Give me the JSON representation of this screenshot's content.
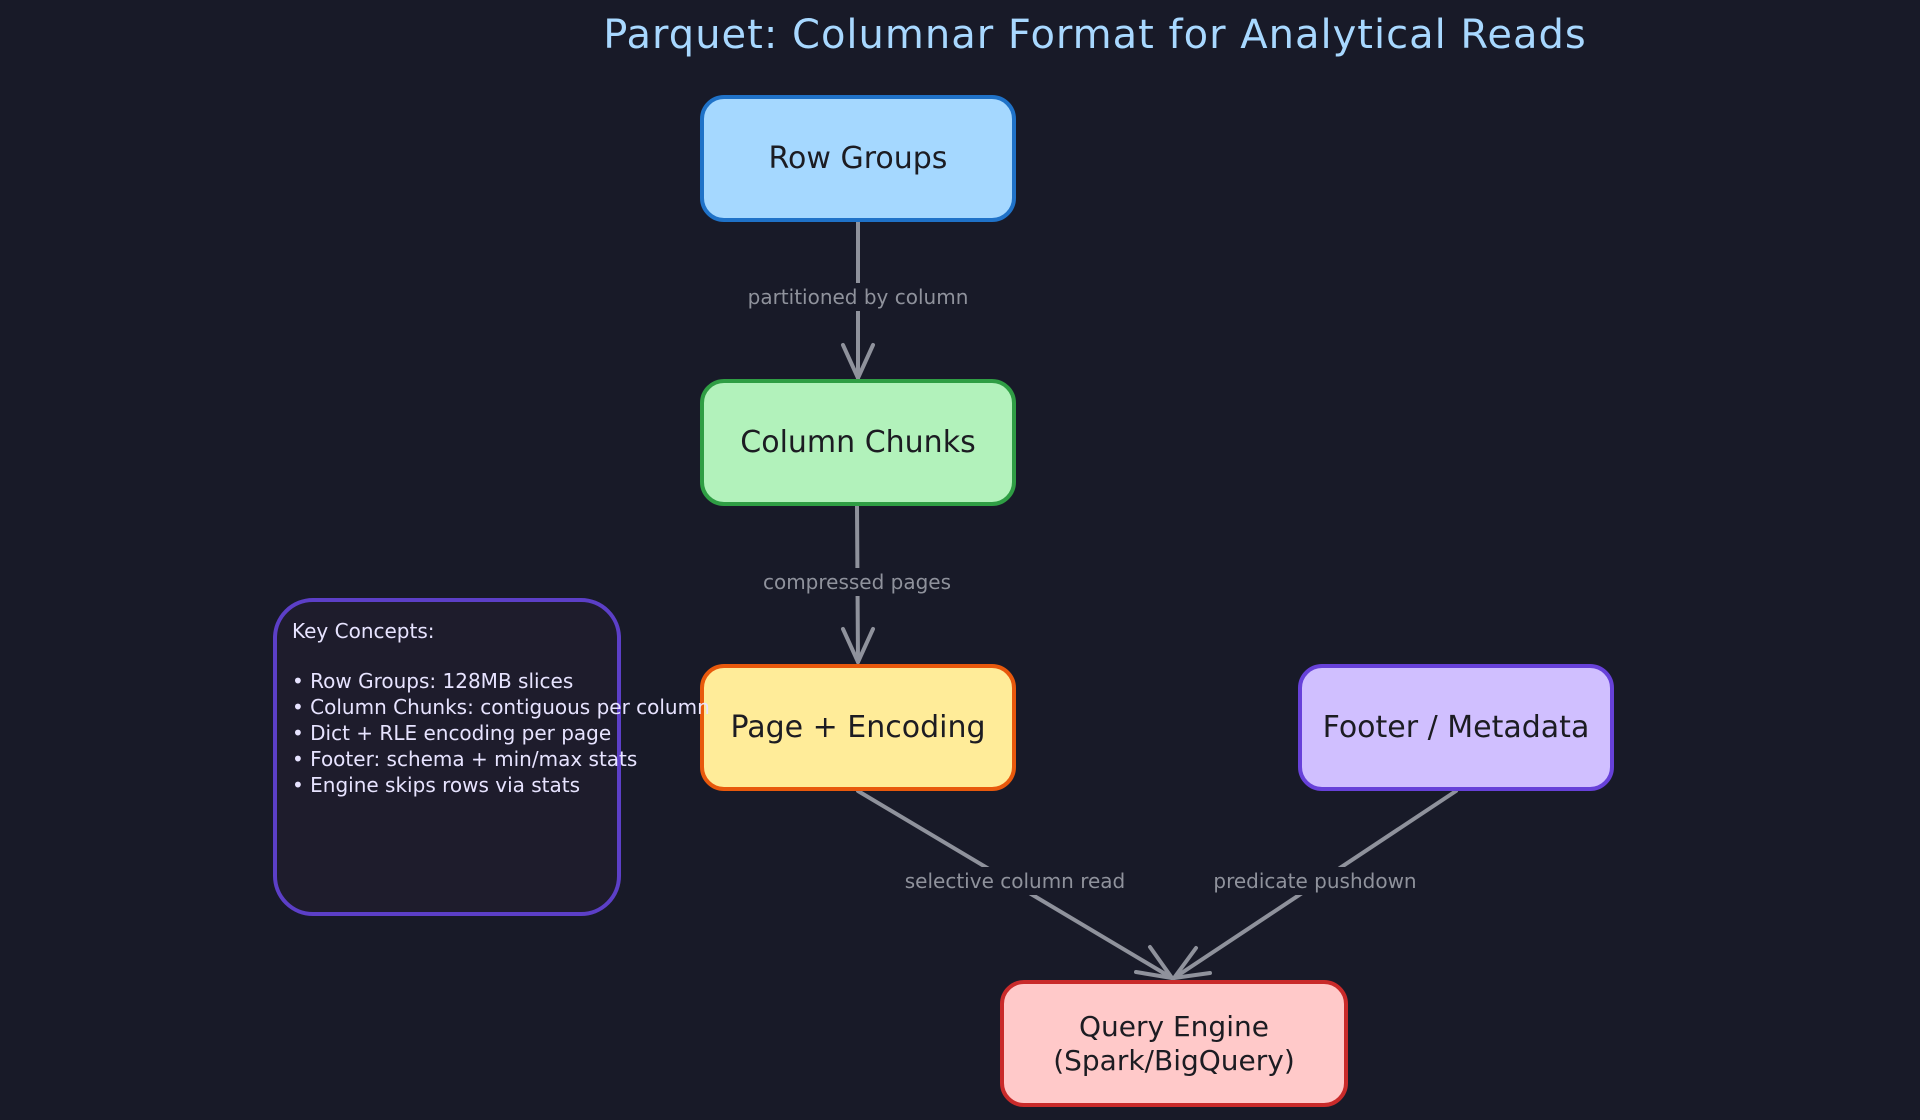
{
  "title": "Parquet: Columnar Format for Analytical Reads",
  "nodes": {
    "row_groups": "Row Groups",
    "column_chunks": "Column Chunks",
    "page_encoding": "Page + Encoding",
    "footer_metadata": "Footer / Metadata",
    "query_engine_line1": "Query Engine",
    "query_engine_line2": "(Spark/BigQuery)"
  },
  "edges": {
    "row_to_col": "partitioned by column",
    "col_to_page": "compressed pages",
    "page_to_query": "selective column read",
    "footer_to_query": "predicate pushdown"
  },
  "concepts": {
    "title": "Key Concepts:",
    "items": [
      "Row Groups: 128MB slices",
      "Column Chunks: contiguous per column",
      "Dict + RLE encoding per page",
      "Footer: schema + min/max stats",
      "Engine skips rows via stats"
    ]
  },
  "colors": {
    "background": "#181a28",
    "row_groups": "#a5d8ff",
    "column_chunks": "#b2f2bb",
    "page_encoding": "#ffec99",
    "footer_metadata": "#d0bfff",
    "query_engine": "#ffc9c9",
    "arrow": "#8f929c"
  }
}
